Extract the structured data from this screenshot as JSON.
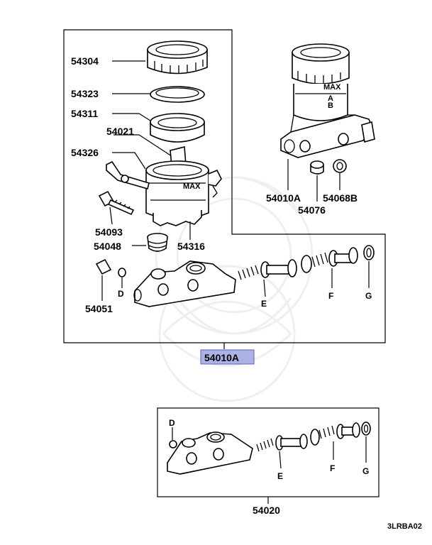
{
  "callouts": {
    "p54304": "54304",
    "p54323": "54323",
    "p54311": "54311",
    "p54021": "54021",
    "p54326": "54326",
    "p54093": "54093",
    "p54048": "54048",
    "p54316": "54316",
    "p54051": "54051",
    "p54010A_top": "54010A",
    "p54068B": "54068B",
    "p54076": "54076",
    "p54010A_main": "54010A",
    "p54020": "54020"
  },
  "kit_letters": {
    "upper": {
      "d": "D",
      "e": "E",
      "f": "F",
      "g": "G"
    },
    "lower": {
      "d": "D",
      "e": "E",
      "f": "F",
      "g": "G"
    }
  },
  "reservoir_marks": {
    "max": "MAX",
    "a": "A",
    "b": "B"
  },
  "diagram_code": "3LRBA02",
  "colors": {
    "highlight": "#aab2e6",
    "ink": "#000000"
  }
}
